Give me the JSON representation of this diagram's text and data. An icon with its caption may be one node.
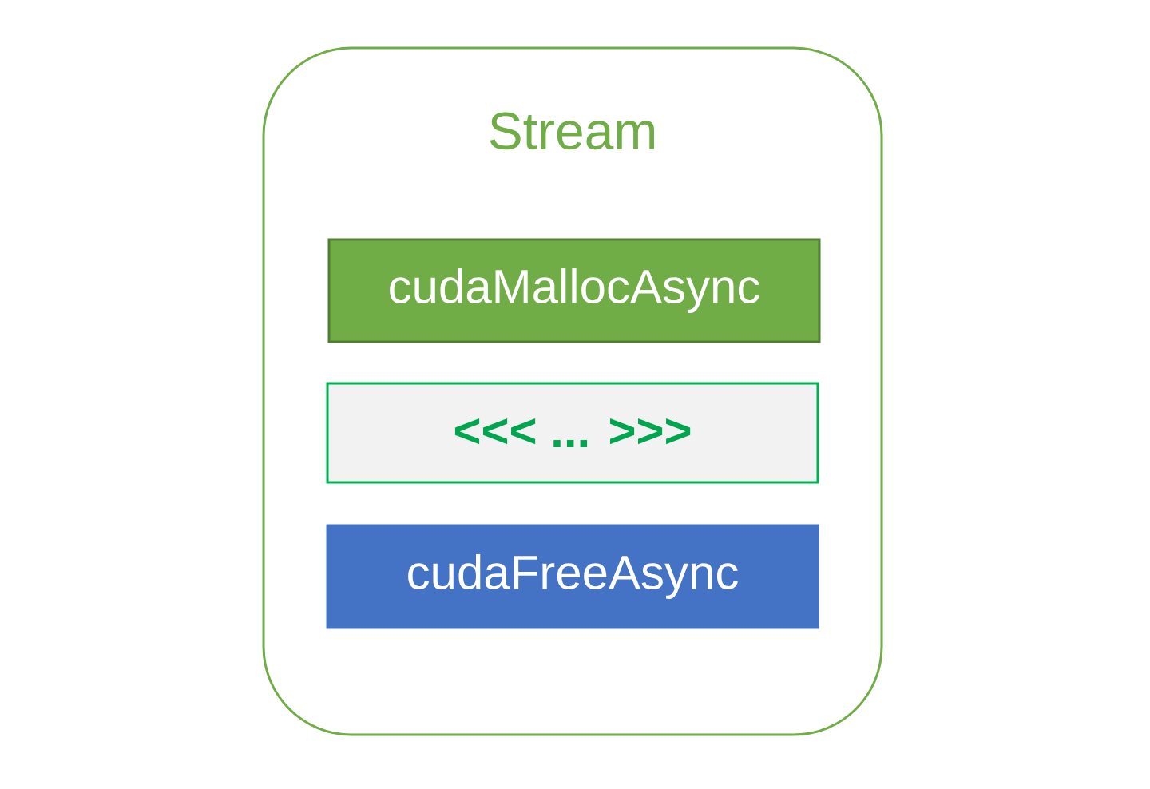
{
  "diagram": {
    "nodes": [
      {
        "text": [
          "Stream"
        ]
      },
      {
        "text": [
          "cudaMallocAsync"
        ],
        "in": 0
      },
      {
        "text": [
          "<<< ... >>>"
        ],
        "in": 0
      },
      {
        "text": [
          "cudaFreeAsync"
        ],
        "in": 0
      }
    ]
  }
}
